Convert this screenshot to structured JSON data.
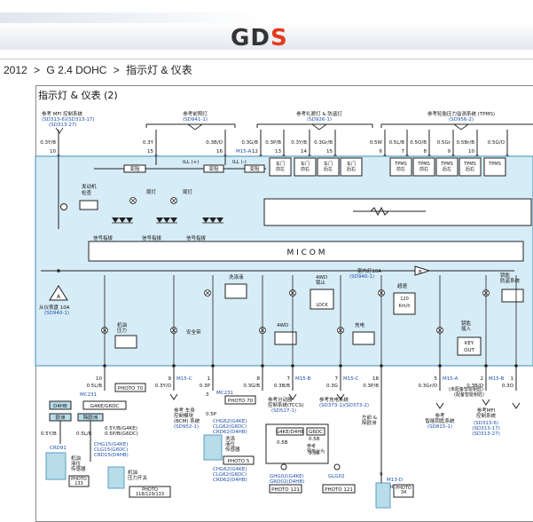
{
  "header": {
    "logo_left": "GD",
    "logo_right": "S"
  },
  "breadcrumb": {
    "year": "2012",
    "engine": "G 2.4 DOHC",
    "section": "指示灯 & 仪表",
    "sep1": ">",
    "sep2": ">"
  },
  "diagram_title": "指示灯 & 仪表 (2)",
  "top_groups": {
    "mfi": {
      "label": "参考 MFI 控制系统",
      "refs": [
        "(SD313-6)(SD313-17)",
        "(SD313-27)"
      ]
    },
    "front": {
      "label": "参考前照灯",
      "refs": [
        "(SD941-1)"
      ]
    },
    "door": {
      "label": "参考礼貌灯 & 防盗灯",
      "refs": [
        "(SD926-1)"
      ]
    },
    "tpms": {
      "label": "参考轮胎压力监测系统 (TPMS)",
      "refs": [
        "(SD956-2)"
      ]
    }
  },
  "top_wires": [
    {
      "color": "0.3Y/B",
      "pin": "10"
    },
    {
      "color": "0.3Y",
      "pin": "15"
    },
    {
      "color": "0.3B/O",
      "pin": "16"
    },
    {
      "color": "0.3G/B",
      "pin": "12"
    },
    {
      "color": "0.3P/B",
      "pin": "13"
    },
    {
      "color": "0.3Y/B",
      "pin": "14"
    },
    {
      "color": "0.3Gr/B",
      "pin": "15"
    },
    {
      "color": "0.5W",
      "pin": "6"
    },
    {
      "color": "0.5L/B",
      "pin": "7"
    },
    {
      "color": "0.5O/B",
      "pin": "8"
    },
    {
      "color": "0.5Gr",
      "pin": "9"
    },
    {
      "color": "0.5Br/B",
      "pin": "10"
    },
    {
      "color": "0.5G/O",
      "pin": ""
    }
  ],
  "connector_top": "M15-A",
  "ill_labels": {
    "ill_plus": "ILL (+)",
    "ill_minus": "ILL (-)",
    "dimmer1": "变阻",
    "dimmer2": "变阻",
    "dimmer3": "变阻"
  },
  "cluster": {
    "engine_check": "发动机\n检查",
    "tail1": "尾灯",
    "tail2": "尾灯",
    "turn1": "信号指拔",
    "turn2": "信号指拔",
    "turn3": "信号指拔",
    "doors": [
      "车门\n前左",
      "车门\n前右",
      "车门\n后左",
      "车门\n后右"
    ],
    "tires": [
      "TPMS\n前左",
      "TPMS\n前右",
      "TPMS\n后左",
      "TPMS\n后右",
      "TPMS"
    ],
    "micom": "M I C O M",
    "fuse_ref": {
      "label": "室内灯10A",
      "ref": "(SD940-1)"
    },
    "fuse_left": {
      "label": "从仪表盘 10A",
      "ref": "(SD940-1)"
    },
    "washer": "洗涤液",
    "fwd_lock": "4WD\n锁止",
    "lock": "LOCK",
    "overspeed": "超速\n120\nKm/h",
    "immobilizer": "钥匙\n防盗系统",
    "oil": "机油\n压力",
    "seatbelt": "安全带",
    "fwd": "4WD",
    "charge": "充电",
    "key_out": "钥匙\n插入",
    "key_out_box": "KEY\nOUT"
  },
  "bottom": {
    "photo70a": "PHOTO 70",
    "photo70b": "PHOTO 70",
    "photo5": "PHOTO 5",
    "photo121a": "PHOTO 121",
    "photo121b": "PHOTO 121",
    "photo133": "PHOTO\n133",
    "photo118": "PHOTO\n118/129/133",
    "photo34": "PHOTO\n34",
    "mc231a": "MC231",
    "mc231b": "MC231",
    "d4hb": "D4HB",
    "g4ke": "G4KE/G6DC",
    "g4ke_d4hb": "G4KE/D4HB",
    "g6dc": "G6DC",
    "eu": "欧洲",
    "noneu": "除欧洲",
    "crd91": "CRD91",
    "fuel_sensor": "机油\n液位\n传感器",
    "oil_sw": "机油\n压力开关",
    "chg15": [
      "CHG15(G4KE)",
      "CLG15(G6DC)",
      "CRD15(D4HB)"
    ],
    "chg62a": [
      "CHG62(G4KE)",
      "CLG62(G6DC)",
      "CRD62(D4HB)"
    ],
    "chg62b": [
      "CHG62(G4KE)",
      "CLG62(G6DC)",
      "CRD62(D4HB)"
    ],
    "washer_sw": "洗涤\n液位\n传感器",
    "ghg": [
      "GHG02(G4KE)",
      "GRD02(D4HB)"
    ],
    "glg": "GLG02",
    "bcm": "BCM",
    "m13d": "M13-D",
    "seatbelt_ref": {
      "label": "参考 车身\n控制模块\n(BCM) 系统",
      "ref": "(SD952-1)"
    },
    "tccs_ref": {
      "label": "参考分动器\n控制系统(TCCS)",
      "ref": "(SD527-1)"
    },
    "charge_ref": {
      "label": "参考充电系统",
      "ref": "(SD373-1)(SD373-2)"
    },
    "smart_ref": {
      "label": "参考\n智能钥匙系统",
      "ref": "(SD815-1)"
    },
    "mfi_ref": {
      "label": "参考MFI\n控制系统",
      "ref": "(SD313-6)\n(SD313-17)\n(SD313-27)"
    },
    "smart_note": "(未配备智能钥匙)",
    "smart_note2": "(配备智能钥匙)",
    "left_right": "左前 &\n除欧洲",
    "trans_ref": "参考\n预热分为"
  },
  "bottom_wires": [
    {
      "pin": "10",
      "color": "0.5L/B"
    },
    {
      "pin": "9",
      "conn": "M15-C",
      "color": "0.3Y/O"
    },
    {
      "pin": "1",
      "color": "0.3P"
    },
    {
      "pin": "8",
      "color": "0.3G/B"
    },
    {
      "pin": "7",
      "conn": "M15-B",
      "color": "0.3B/B"
    },
    {
      "pin": "7",
      "conn": "M15-C",
      "color": "0.3G"
    },
    {
      "pin": "18",
      "color": "0.3P/B"
    },
    {
      "pin": "5",
      "conn": "M15-A",
      "color": "0.3Gr/O"
    },
    {
      "pin": "2",
      "conn": "M15-B",
      "color": "0.3B/O"
    },
    {
      "pin": "1",
      "color": "0.3O"
    }
  ],
  "colors": {
    "cluster_fill": "#d6ecf6",
    "cluster_border": "#5d9ec2",
    "ref_blue": "#1d4fa8",
    "connector_fill": "#b7dcea",
    "wire": "#222222",
    "accent_red": "#e23b1e"
  }
}
